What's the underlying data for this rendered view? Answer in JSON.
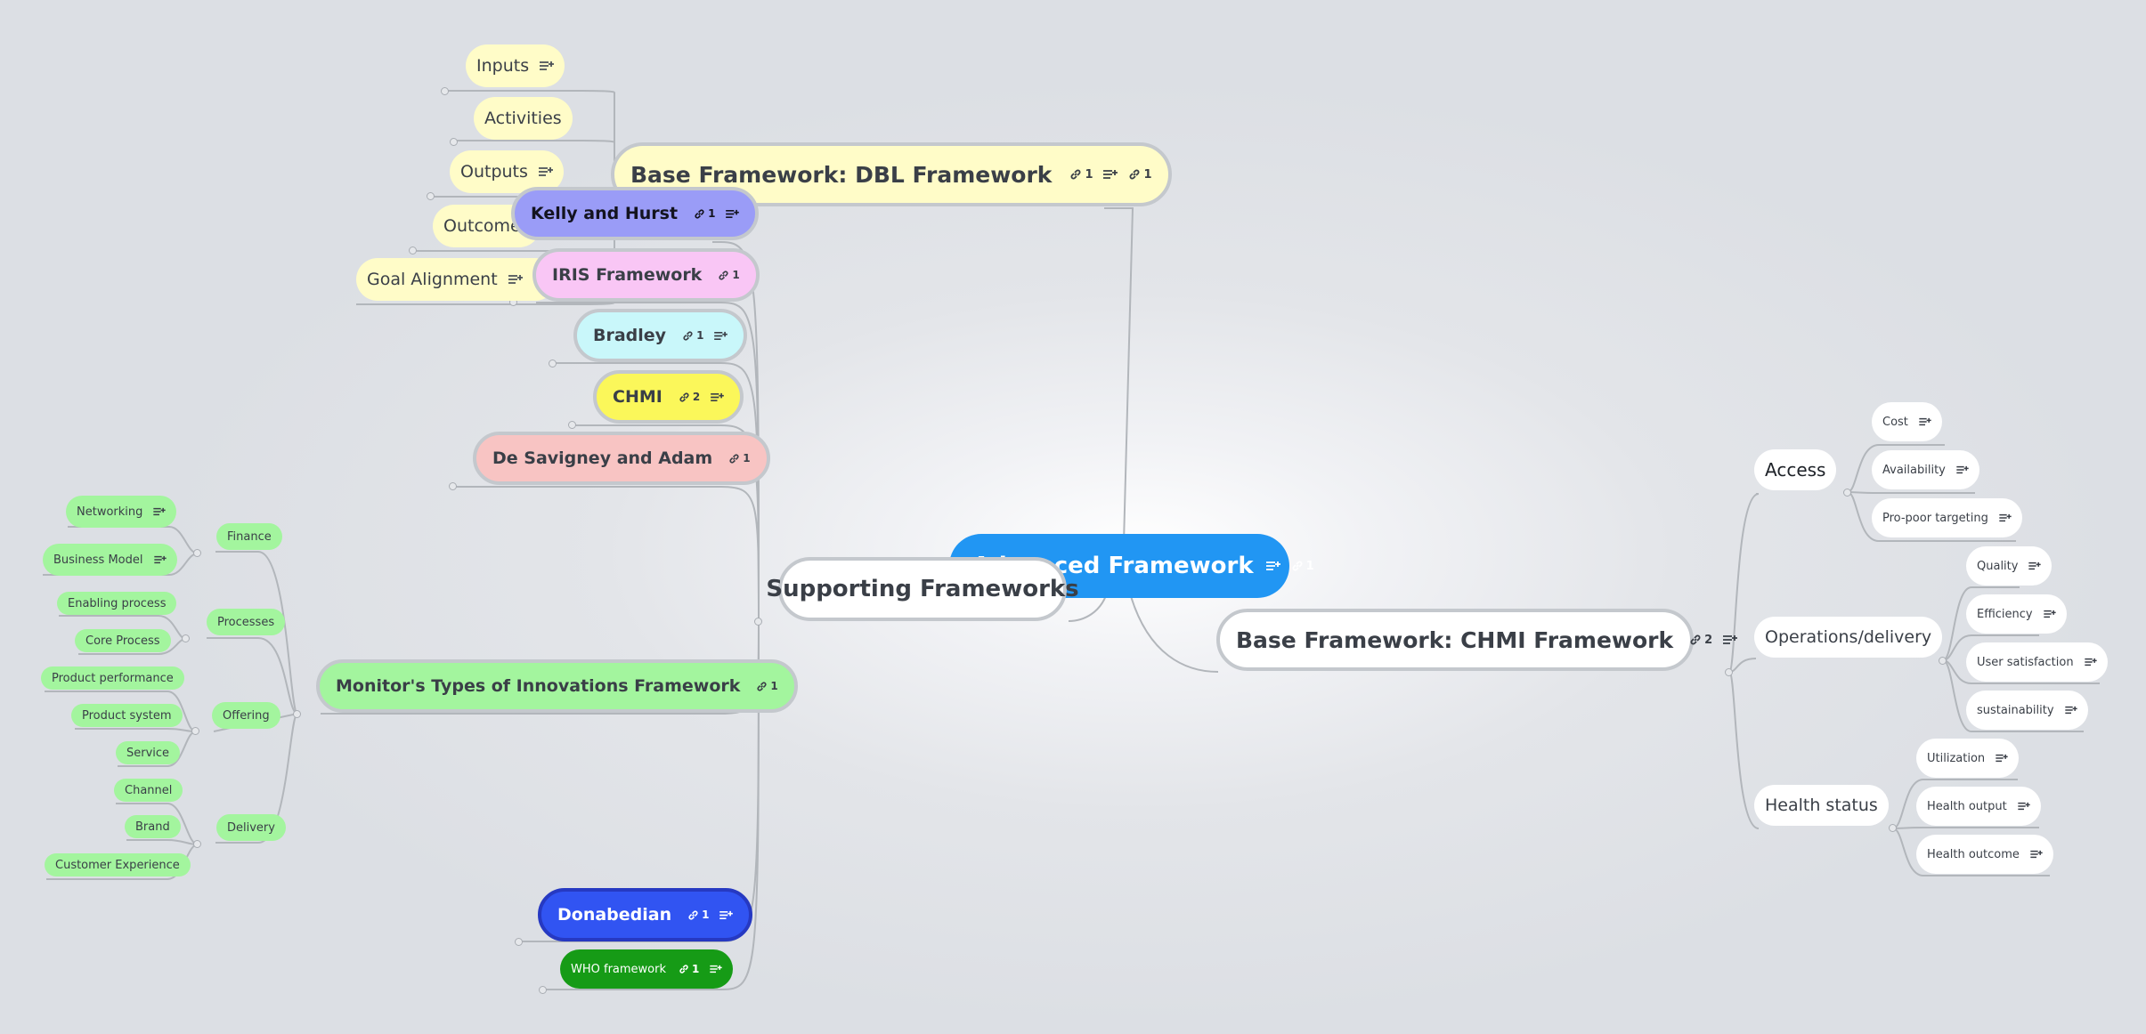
{
  "central": {
    "label": "Advanced Framework",
    "link_count": "1"
  },
  "supporting": {
    "label": "Supporting Frameworks"
  },
  "dbl": {
    "label": "Base Framework: DBL Framework",
    "link_count_a": "1",
    "link_count_b": "1",
    "children": [
      "Inputs",
      "Activities",
      "Outputs",
      "Outcomes",
      "Goal Alignment"
    ]
  },
  "chmi_base": {
    "label": "Base Framework: CHMI Framework",
    "link_count": "2",
    "access": {
      "label": "Access",
      "children": [
        "Cost",
        "Availability",
        "Pro-poor targeting"
      ]
    },
    "operations": {
      "label": "Operations/delivery",
      "children": [
        "Quality",
        "Efficiency",
        "User satisfaction",
        "sustainability"
      ]
    },
    "health": {
      "label": "Health status",
      "children": [
        "Utilization",
        "Health output",
        "Health outcome"
      ]
    }
  },
  "frameworks": {
    "kelly": {
      "label": "Kelly and Hurst",
      "link_count": "1"
    },
    "iris": {
      "label": "IRIS Framework",
      "link_count": "1"
    },
    "bradley": {
      "label": "Bradley",
      "link_count": "1"
    },
    "chmi": {
      "label": "CHMI",
      "link_count": "2"
    },
    "desavigney": {
      "label": "De Savigney and Adam",
      "link_count": "1"
    },
    "monitor": {
      "label": "Monitor's Types of Innovations Framework",
      "link_count": "1"
    },
    "donabedian": {
      "label": "Donabedian",
      "link_count": "1"
    },
    "who": {
      "label": "WHO framework",
      "link_count": "1"
    }
  },
  "monitor_tree": {
    "finance": {
      "label": "Finance",
      "children": [
        "Networking",
        "Business Model"
      ]
    },
    "processes": {
      "label": "Processes",
      "children": [
        "Enabling process",
        "Core Process"
      ]
    },
    "offering": {
      "label": "Offering",
      "children": [
        "Product performance",
        "Product system",
        "Service"
      ]
    },
    "delivery": {
      "label": "Delivery",
      "children": [
        "Channel",
        "Brand",
        "Customer Experience"
      ]
    }
  },
  "colors": {
    "central": "#2196f3",
    "yellow": "#fffcc8",
    "kelly": "#9a9cf7",
    "iris": "#f9c6f5",
    "bradley": "#c9f7fa",
    "chmi": "#fbf75a",
    "desavigney": "#f8c4c3",
    "green": "#a3f59e",
    "donabedian": "#3154f2",
    "who": "#169b16"
  },
  "icons": {
    "note": "notes-icon",
    "link": "link-icon"
  }
}
